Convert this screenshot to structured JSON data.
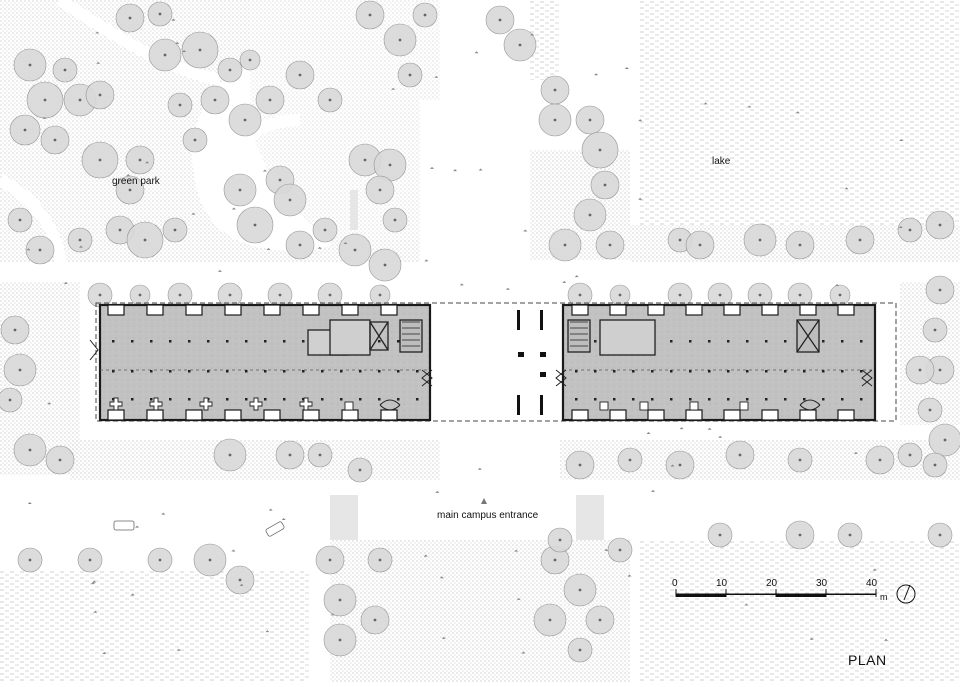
{
  "labels": {
    "green_park": "green park",
    "lake": "lake",
    "entrance": "main campus entrance",
    "plan": "PLAN"
  },
  "scale_bar": {
    "ticks": [
      "0",
      "10",
      "20",
      "30",
      "40"
    ],
    "unit": "m"
  },
  "colors": {
    "building_fill": "#bdbdbd",
    "building_wall": "#1a1a1a",
    "tree_fill": "#d9d9d9",
    "tree_stroke": "#8c8c8c",
    "grass": "#b8b8b8",
    "water": "#c8c8c8"
  },
  "icons": [
    "north-arrow-icon",
    "car-icon",
    "entrance-marker-icon"
  ]
}
